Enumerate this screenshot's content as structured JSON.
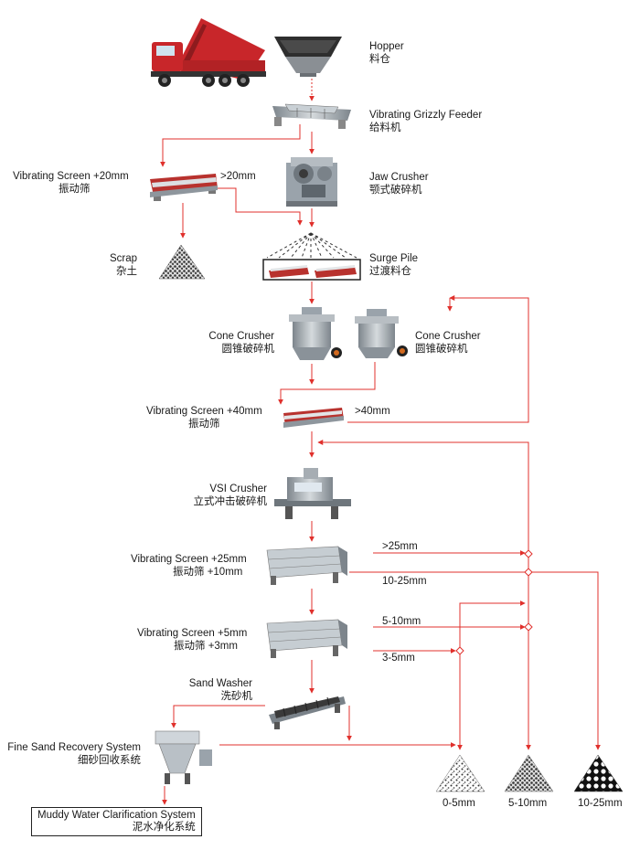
{
  "labels": {
    "hopper": {
      "en": "Hopper",
      "cn": "料仓"
    },
    "feeder": {
      "en": "Vibrating Grizzly Feeder",
      "cn": "给料机"
    },
    "jaw": {
      "en": "Jaw Crusher",
      "cn": "颚式破碎机"
    },
    "screen1": {
      "en": "Vibrating Screen  +20mm",
      "cn": "振动筛"
    },
    "screen1_out": ">20mm",
    "scrap": {
      "en": "Scrap",
      "cn": "杂土"
    },
    "surge": {
      "en": "Surge Pile",
      "cn": "过渡料仓"
    },
    "cone1": {
      "en": "Cone Crusher",
      "cn": "圆锥破碎机"
    },
    "cone2": {
      "en": "Cone Crusher",
      "cn": "圆锥破碎机"
    },
    "screen2": {
      "en": "Vibrating Screen  +40mm",
      "cn": "振动筛"
    },
    "screen2_out": ">40mm",
    "vsi": {
      "en": "VSI Crusher",
      "cn": "立式冲击破碎机"
    },
    "screen3": {
      "en": "Vibrating Screen  +25mm",
      "cn": "振动筛     +10mm"
    },
    "screen3_out1": ">25mm",
    "screen3_out2": "10-25mm",
    "screen4": {
      "en": "Vibrating Screen  +5mm",
      "cn": "振动筛     +3mm"
    },
    "screen4_out1": "5-10mm",
    "screen4_out2": "3-5mm",
    "washer": {
      "en": "Sand Washer",
      "cn": "洗砂机"
    },
    "recovery": {
      "en": "Fine Sand Recovery System",
      "cn": "细砂回收系统"
    },
    "clarify": {
      "en": "Muddy Water Clarification System",
      "cn": "泥水净化系统"
    },
    "pile1": "0-5mm",
    "pile2": "5-10mm",
    "pile3": "10-25mm"
  },
  "colors": {
    "arrow": "#e0302c",
    "truck_red": "#c8262a",
    "screen_red": "#b8322e",
    "machine_gray": "#9aa3ab",
    "dark": "#3a3a3a"
  }
}
